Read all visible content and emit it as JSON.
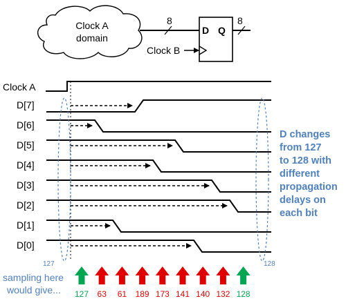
{
  "clock_domain": {
    "line1": "Clock A",
    "line2": "domain"
  },
  "bus_width_in": "8",
  "bus_width_out": "8",
  "flipflop": {
    "d_pin": "D",
    "q_pin": "Q"
  },
  "clock_b_label": "Clock B",
  "clock_a_label": "Clock A",
  "signals": [
    "D[7]",
    "D[6]",
    "D[5]",
    "D[4]",
    "D[3]",
    "D[2]",
    "D[1]",
    "D[0]"
  ],
  "note": [
    "D changes",
    "from 127",
    "to 128 with",
    "different",
    "propagation",
    "delays on",
    "each bit"
  ],
  "start_value": "127",
  "end_value": "128",
  "sampling_text": [
    "sampling here",
    "would give..."
  ],
  "samples": [
    {
      "value": "127",
      "color": "#00a651"
    },
    {
      "value": "63",
      "color": "#e00000"
    },
    {
      "value": "61",
      "color": "#e00000"
    },
    {
      "value": "189",
      "color": "#e00000"
    },
    {
      "value": "173",
      "color": "#e00000"
    },
    {
      "value": "141",
      "color": "#e00000"
    },
    {
      "value": "140",
      "color": "#e00000"
    },
    {
      "value": "132",
      "color": "#e00000"
    },
    {
      "value": "128",
      "color": "#00a651"
    }
  ],
  "colors": {
    "accent": "#4f81bd",
    "good": "#00a651",
    "bad": "#e00000"
  }
}
